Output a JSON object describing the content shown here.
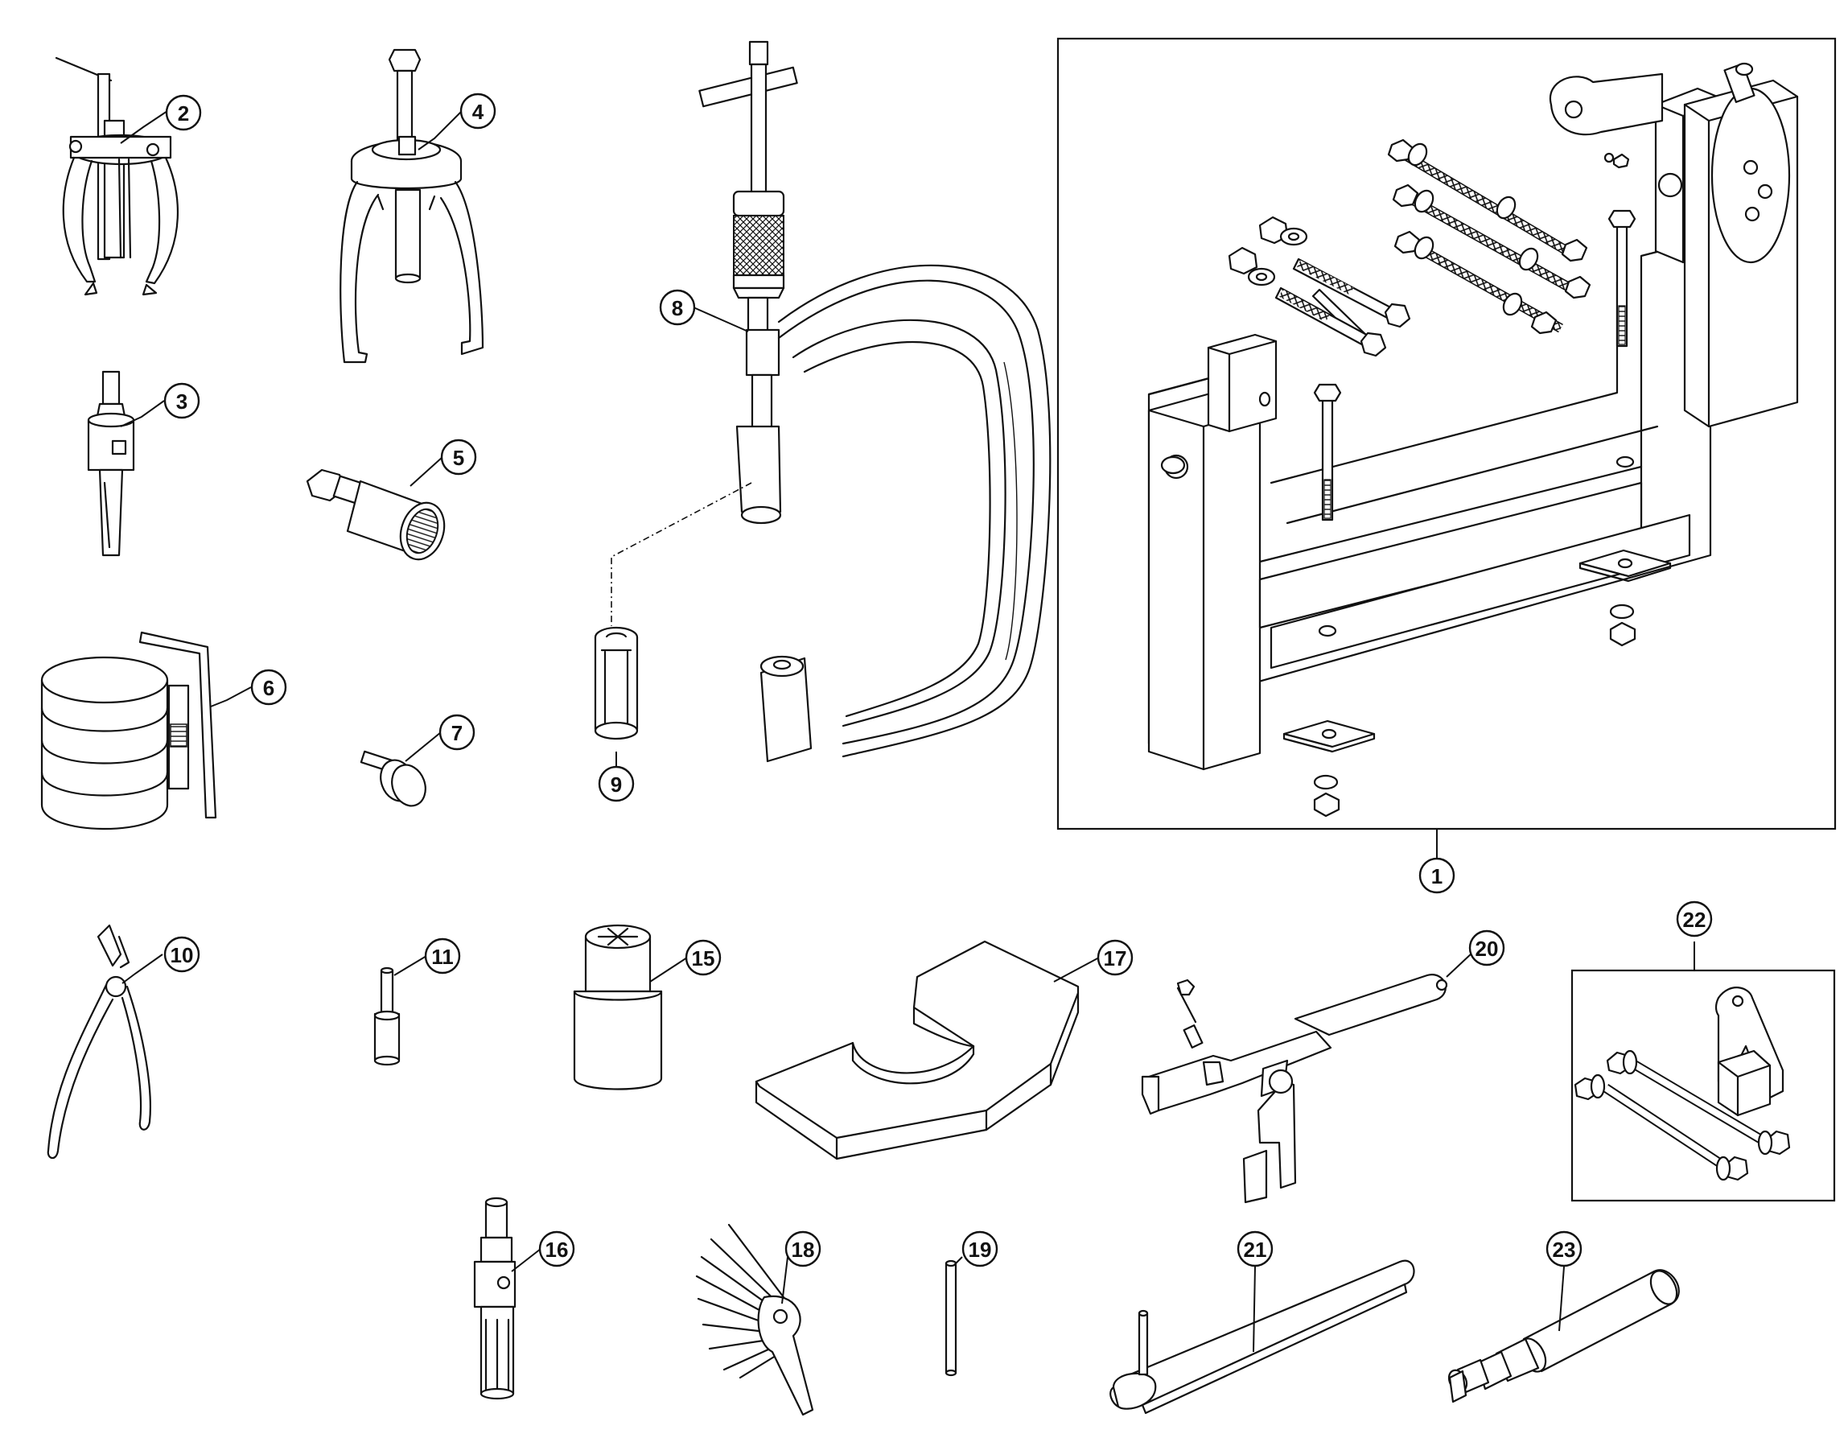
{
  "title": "",
  "callouts": [
    {
      "id": "c1",
      "label": "1"
    },
    {
      "id": "c2",
      "label": "2"
    },
    {
      "id": "c3",
      "label": "3"
    },
    {
      "id": "c4",
      "label": "4"
    },
    {
      "id": "c5",
      "label": "5"
    },
    {
      "id": "c6",
      "label": "6"
    },
    {
      "id": "c7",
      "label": "7"
    },
    {
      "id": "c8",
      "label": "8"
    },
    {
      "id": "c9",
      "label": "9"
    },
    {
      "id": "c10",
      "label": "10"
    },
    {
      "id": "c11",
      "label": "11"
    },
    {
      "id": "c15",
      "label": "15"
    },
    {
      "id": "c16",
      "label": "16"
    },
    {
      "id": "c17",
      "label": "17"
    },
    {
      "id": "c18",
      "label": "18"
    },
    {
      "id": "c19",
      "label": "19"
    },
    {
      "id": "c20",
      "label": "20"
    },
    {
      "id": "c21",
      "label": "21"
    },
    {
      "id": "c22",
      "label": "22"
    },
    {
      "id": "c23",
      "label": "23"
    }
  ],
  "colors": {
    "line": "#111111",
    "background": "#ffffff"
  }
}
